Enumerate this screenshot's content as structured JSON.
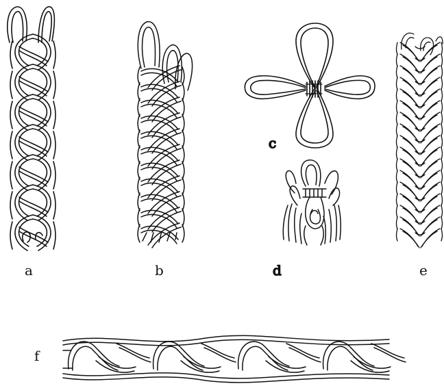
{
  "figure": {
    "labels": {
      "a": "a",
      "b": "b",
      "c": "c",
      "d": "d",
      "e": "e",
      "f": "f"
    },
    "colors": {
      "ink": "#111111",
      "paper": "#ffffff"
    }
  }
}
